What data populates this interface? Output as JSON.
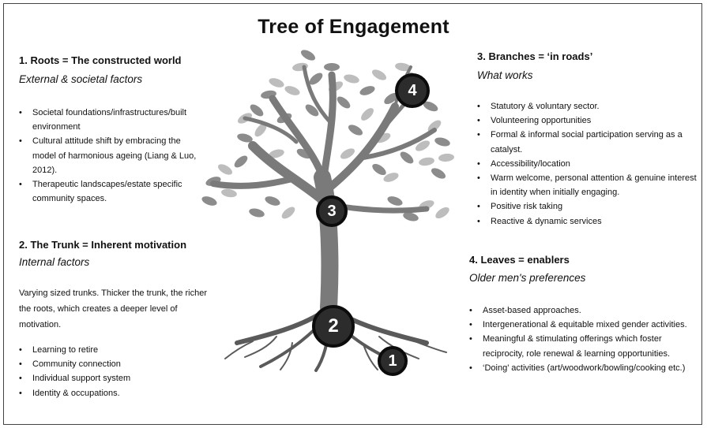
{
  "title": "Tree of Engagement",
  "roots": {
    "heading": "1. Roots = The constructed world",
    "subheading": "External & societal factors",
    "items": [
      "Societal foundations/infrastructures/built environment",
      "Cultural attitude shift by embracing the  model of harmonious ageing (Liang & Luo, 2012).",
      "Therapeutic landscapes/estate specific community spaces."
    ]
  },
  "trunk": {
    "heading": "2. The Trunk = Inherent motivation",
    "subheading": "Internal factors",
    "paragraph": "Varying sized trunks.  Thicker the trunk, the richer the roots, which creates a deeper level of  motivation.",
    "items": [
      "Learning to retire",
      "Community connection",
      "Individual support system",
      "Identity & occupations."
    ]
  },
  "branches": {
    "heading": "3. Branches =  ‘in roads’",
    "subheading": "What works",
    "items": [
      "Statutory & voluntary sector.",
      "Volunteering opportunities",
      "Formal & informal social participation serving as a catalyst.",
      "Accessibility/location",
      "Warm welcome, personal attention & genuine interest in identity when initially engaging.",
      "Positive risk taking",
      "Reactive & dynamic services"
    ]
  },
  "leaves": {
    "heading": "4. Leaves = enablers",
    "subheading": "Older men's preferences",
    "items": [
      "Asset-based approaches.",
      "Intergenerational & equitable mixed gender activities.",
      "Meaningful & stimulating offerings which foster reciprocity, role renewal & learning opportunities.",
      "‘Doing’ activities (art/woodwork/bowling/cooking etc.)"
    ]
  },
  "badges": [
    "1",
    "2",
    "3",
    "4"
  ],
  "colors": {
    "trunk": "#7a7a7a",
    "leaf_dark": "#8c8c8c",
    "leaf_light": "#bdbdbd",
    "badge_fill": "#2c2c2c"
  }
}
